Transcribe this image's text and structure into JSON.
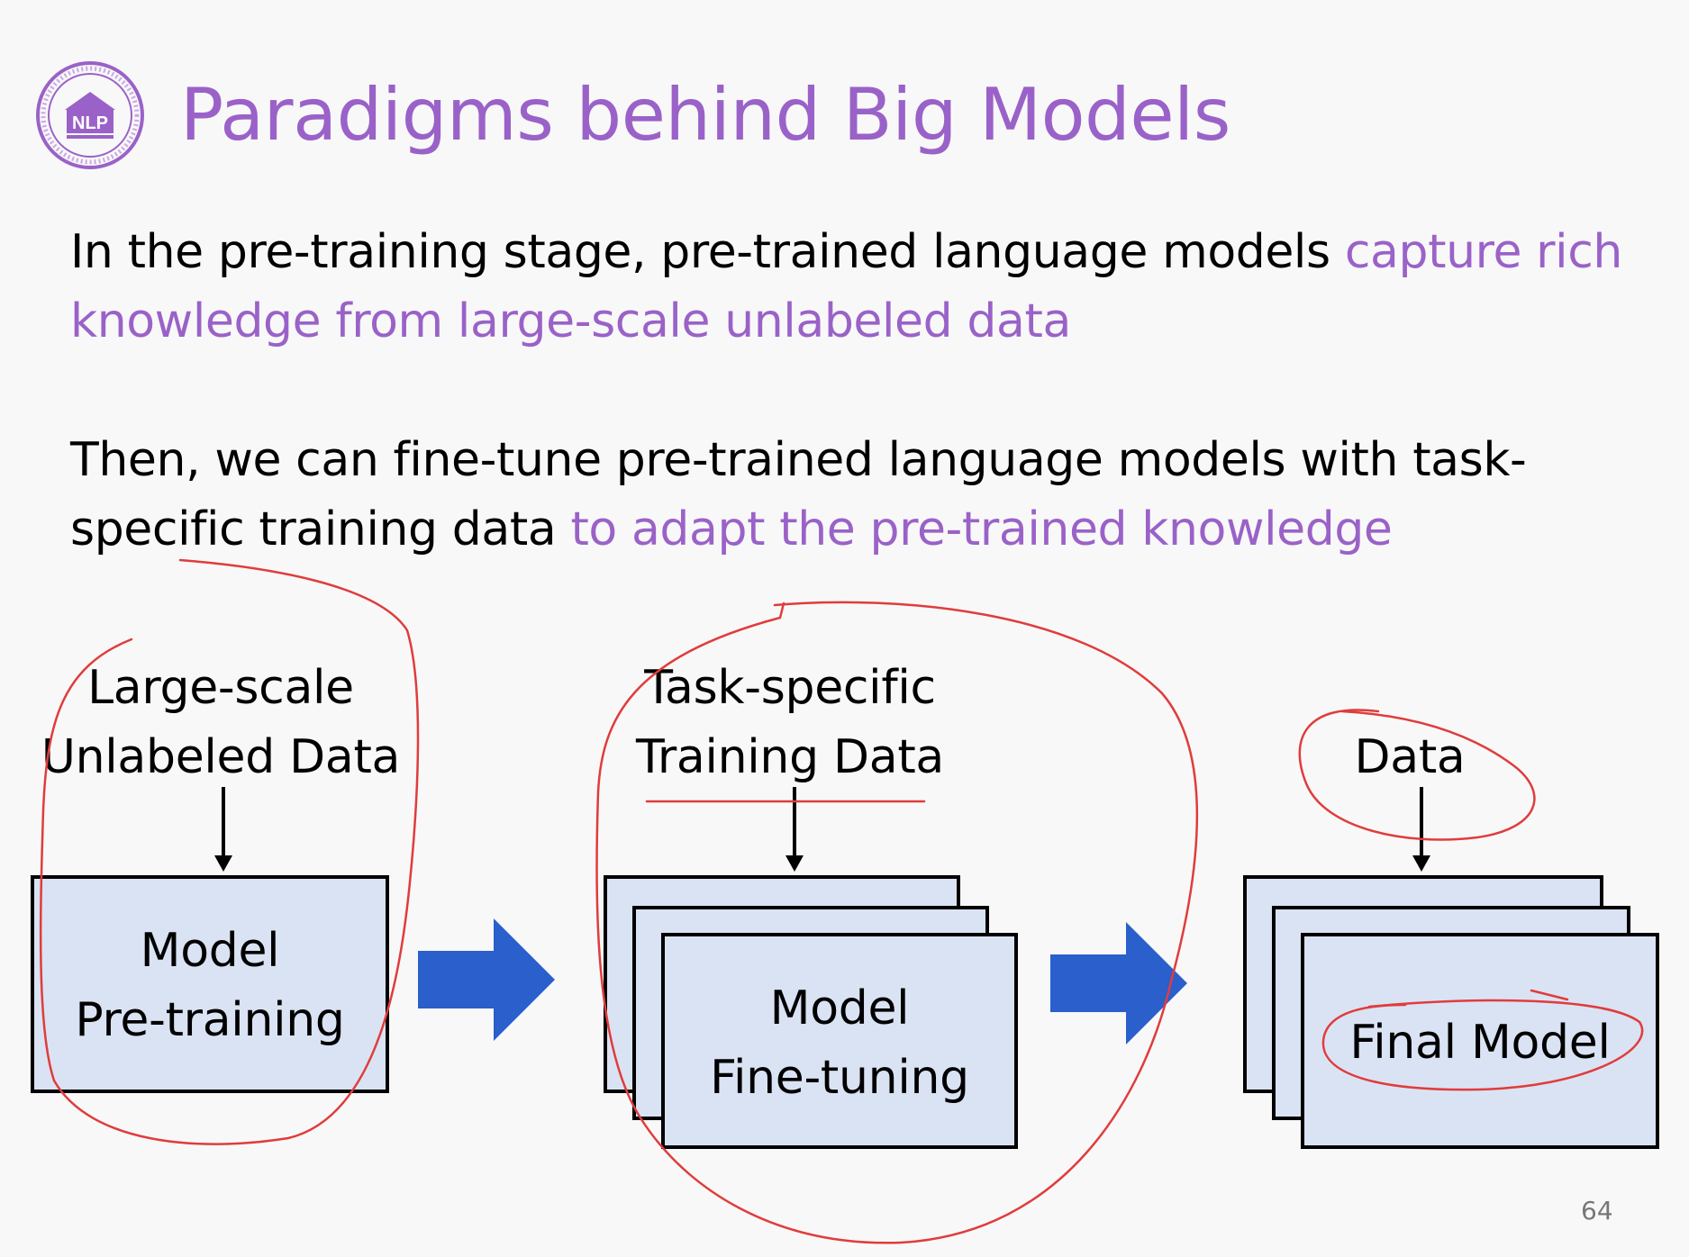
{
  "slide": {
    "title": "Paradigms behind Big Models",
    "logo": {
      "icon": "nlp-lab-seal-icon",
      "text": "NLP"
    },
    "paragraph1": {
      "plain": "In the pre-training stage,  pre-trained language models ",
      "highlight": "capture rich knowledge from large-scale unlabeled data"
    },
    "paragraph2": {
      "plain": "Then, we can fine-tune pre-trained language models with task-specific training data ",
      "highlight": "to adapt the pre-trained knowledge"
    },
    "page_number": "64"
  },
  "diagram": {
    "stage1": {
      "input_line1": "Large-scale",
      "input_line2": "Unlabeled Data",
      "box_line1": "Model",
      "box_line2": "Pre-training"
    },
    "stage2": {
      "input_line1": "Task-specific",
      "input_line2": "Training Data",
      "box_line1": "Model",
      "box_line2": "Fine-tuning"
    },
    "stage3": {
      "input": "Data",
      "box": "Final Model"
    }
  },
  "colors": {
    "title": "#9a62c8",
    "highlight": "#9a62c8",
    "box_fill": "#dae3f3",
    "big_arrow": "#2a5fcc",
    "annotation": "#e03c3c"
  }
}
